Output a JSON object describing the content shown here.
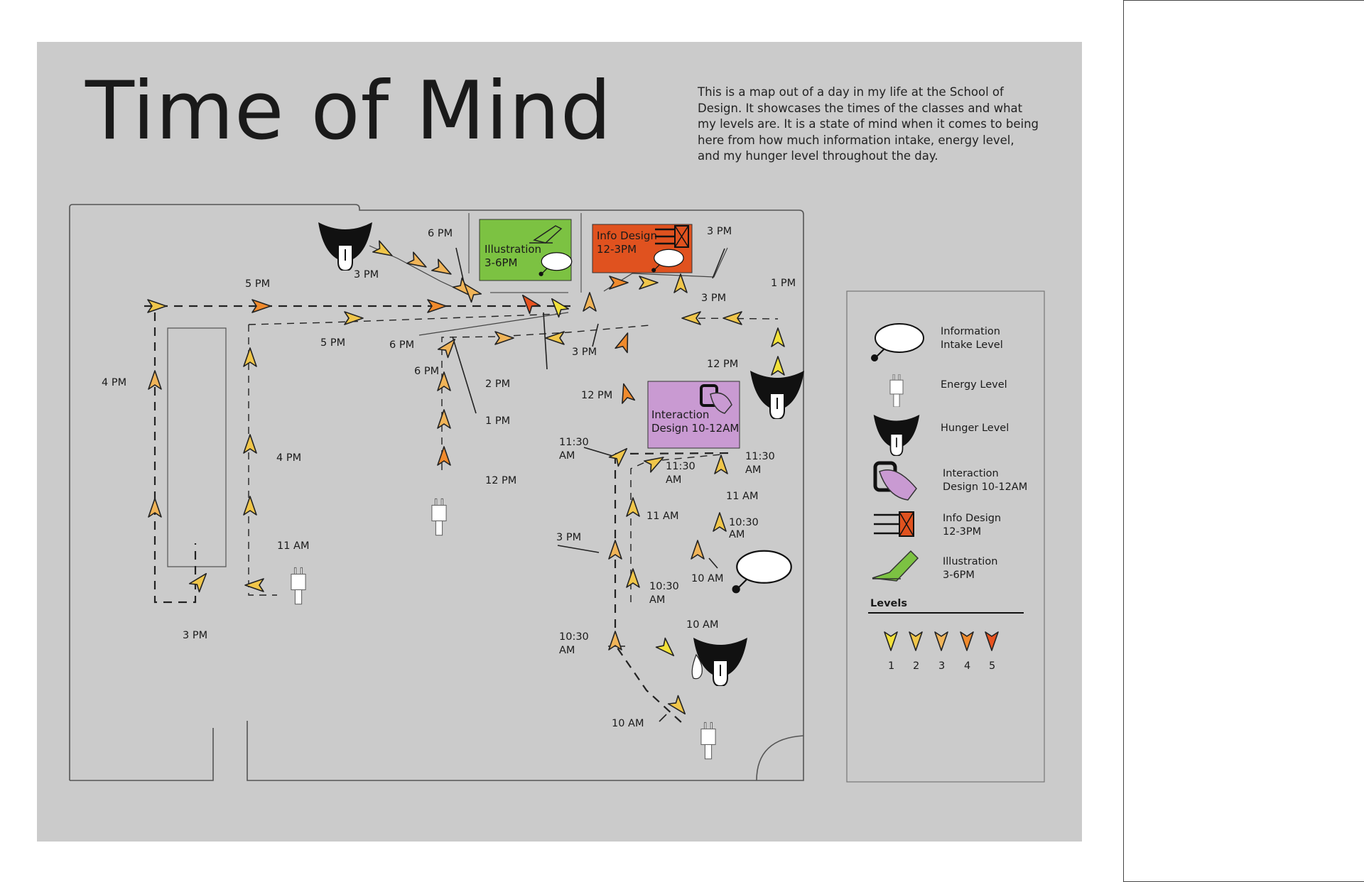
{
  "title": "Time of Mind",
  "description": "This is a map out of a day in my life at the School of Design. It showcases the times of the classes and what my levels are. It is a state of mind when it comes to being here from how much information intake, energy level, and my hunger level throughout the day.",
  "level_colors": [
    "#f2e13a",
    "#f0c64a",
    "#f0b458",
    "#f08a2c",
    "#e8521f"
  ],
  "classrooms": [
    {
      "id": "illustration",
      "line1": "Illustration",
      "line2": "3-6PM",
      "color": "#7cc242"
    },
    {
      "id": "info-design",
      "line1": "Info Design",
      "line2": "12-3PM",
      "color": "#e0521f"
    },
    {
      "id": "interaction",
      "line1": "Interaction",
      "line2": "Design 10-12AM",
      "color": "#c99ad2"
    }
  ],
  "time_labels": [
    "6 PM",
    "3 PM",
    "5 PM",
    "3 PM",
    "1 PM",
    "3 PM",
    "5 PM",
    "6 PM",
    "3 PM",
    "6 PM",
    "4 PM",
    "2 PM",
    "12 PM",
    "12 PM",
    "1 PM",
    "4 PM",
    "12 PM",
    "11:30",
    "AM",
    "11:30",
    "AM",
    "11:30",
    "AM",
    "11 AM",
    "11 AM",
    "10:30",
    "AM",
    "3 PM",
    "11 AM",
    "10 AM",
    "10:30",
    "AM",
    "3 PM",
    "10 AM",
    "10:30",
    "AM",
    "10 AM"
  ],
  "legend": {
    "info_intake_1": "Information",
    "info_intake_2": "Intake Level",
    "energy": "Energy Level",
    "hunger": "Hunger Level",
    "interaction_1": "Interaction",
    "interaction_2": "Design 10-12AM",
    "info_design_1": "Info Design",
    "info_design_2": "12-3PM",
    "illustration_1": "Illustration",
    "illustration_2": "3-6PM",
    "levels_title": "Levels",
    "level_numbers": [
      "1",
      "2",
      "3",
      "4",
      "5"
    ]
  }
}
